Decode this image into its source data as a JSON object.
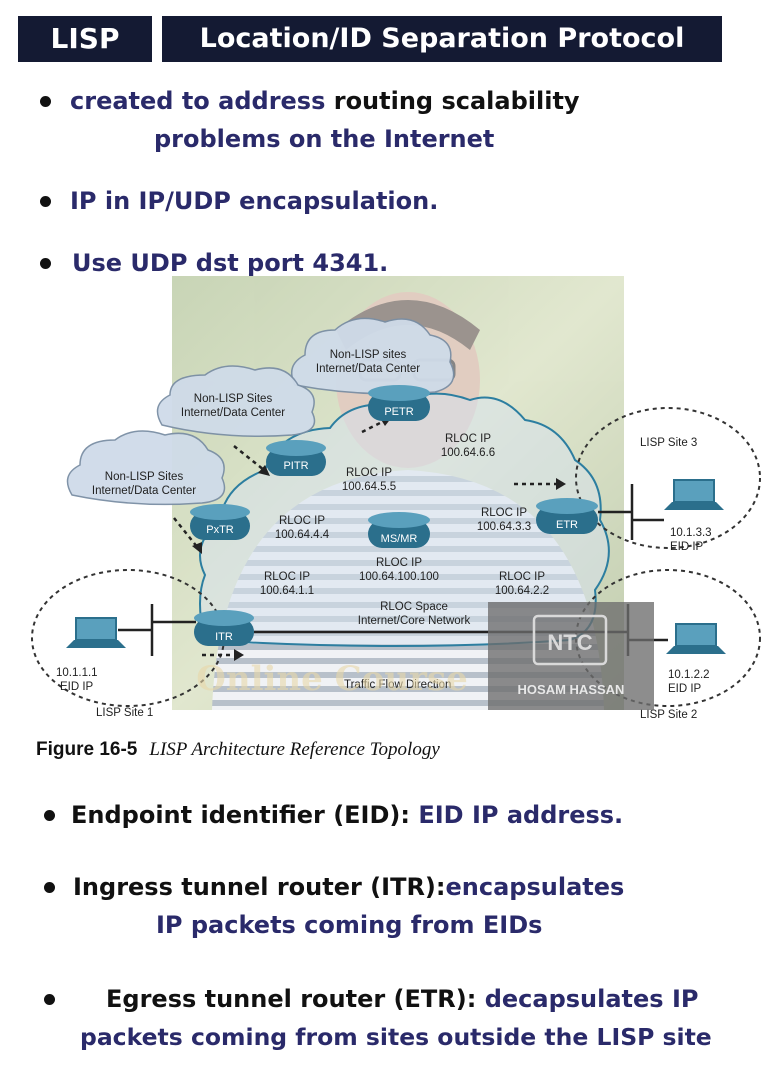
{
  "header": {
    "left": "LISP",
    "right": "Location/ID Separation Protocol"
  },
  "bullets_top": [
    {
      "lead": "created to address ",
      "rest": "routing scalability",
      "line2": "problems on the Internet"
    },
    {
      "text": "IP in IP/UDP encapsulation."
    },
    {
      "text": "Use UDP dst port 4341."
    }
  ],
  "diagram": {
    "clouds": {
      "nonlisp_top": [
        "Non-LISP sites",
        "Internet/Data Center"
      ],
      "nonlisp_mid": [
        "Non-LISP Sites",
        "Internet/Data Center"
      ],
      "nonlisp_left": [
        "Non-LISP Sites",
        "Internet/Data Center"
      ],
      "rloc_space": [
        "RLOC Space",
        "Internet/Core Network"
      ]
    },
    "routers": {
      "petr": "PETR",
      "pitr": "PITR",
      "pxtr": "PxTR",
      "msmr": "MS/MR",
      "itr": "ITR",
      "etr": "ETR",
      "right_mid": "ETR"
    },
    "rlocs": {
      "r666": [
        "RLOC IP",
        "100.64.6.6"
      ],
      "r555": [
        "RLOC IP",
        "100.64.5.5"
      ],
      "r444": [
        "RLOC IP",
        "100.64.4.4"
      ],
      "r333": [
        "RLOC IP",
        "100.64.3.3"
      ],
      "r100": [
        "RLOC IP",
        "100.64.100.100"
      ],
      "r111": [
        "RLOC IP",
        "100.64.1.1"
      ],
      "r222": [
        "RLOC IP",
        "100.64.2.2"
      ]
    },
    "sites": {
      "site1": {
        "label": "LISP Site 1",
        "ip": "10.1.1.1",
        "eid": "EID IP"
      },
      "site2": {
        "label": "LISP Site 2",
        "ip": "10.1.2.2",
        "eid": "EID IP"
      },
      "site3": {
        "label": "LISP Site 3",
        "ip": "10.1.3.3",
        "eid": "EID IP"
      }
    },
    "traffic": "Traffic Flow Direction",
    "watermark_text": "Online Course",
    "brand": "HOSAM HASSAN",
    "brand_logo_text": "NTC"
  },
  "caption": {
    "number": "Figure 16-5",
    "title": "LISP Architecture Reference Topology"
  },
  "bullets_bottom": [
    {
      "lead": "Endpoint identifier (EID): ",
      "rest": "EID IP address."
    },
    {
      "lead": "Ingress tunnel router (ITR):",
      "rest": "encapsulates",
      "line2": "IP packets coming from EIDs"
    },
    {
      "lead": "Egress tunnel router (ETR): ",
      "rest": "decapsulates IP",
      "line2": "packets coming from sites outside the LISP site"
    }
  ],
  "colors": {
    "header_bg": "#141a33",
    "text_purple": "#2a2a6a",
    "cloud_fill": "#cfdbe9",
    "router_fill": "#2b6f8c"
  }
}
